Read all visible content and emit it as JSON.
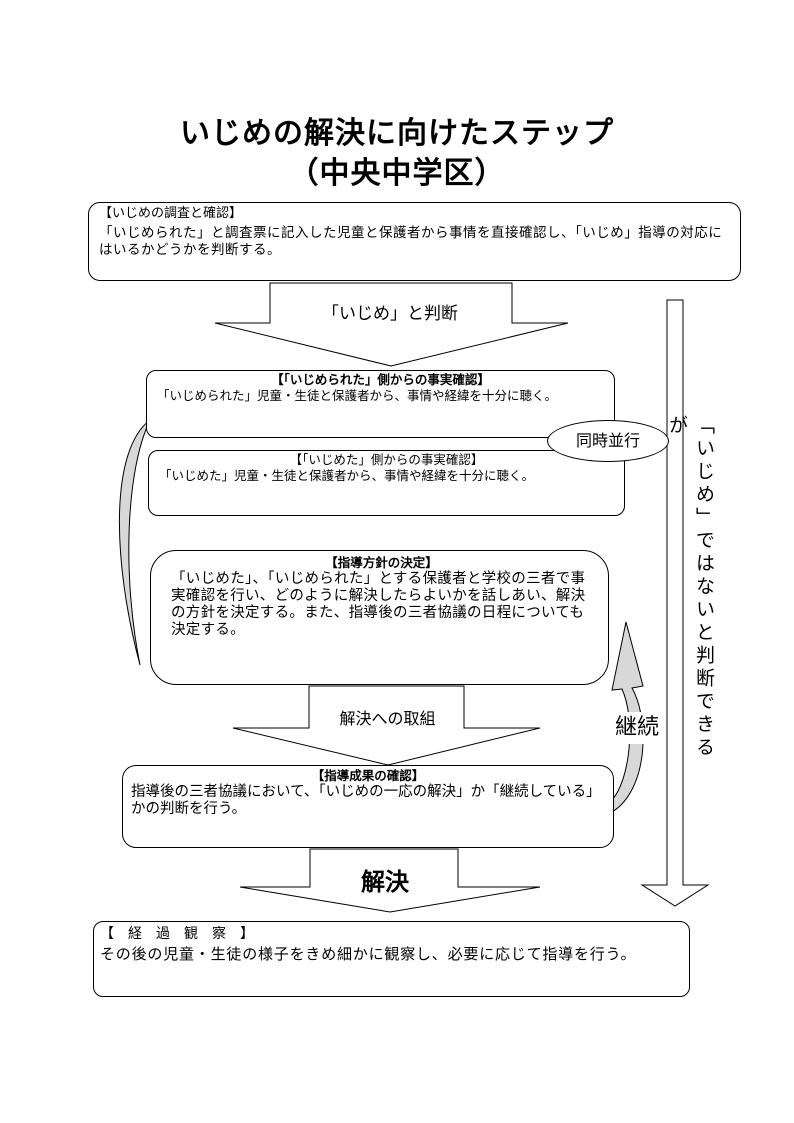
{
  "title": {
    "line1": "いじめの解決に向けたステップ",
    "line2": "（中央中学区）"
  },
  "steps": {
    "survey": {
      "heading": "【いじめの調査と確認】",
      "body": "「いじめられた」と調査票に記入した児童と保護者から事情を直接確認し、「いじめ」指導の対応にはいるかどうかを判断する。"
    },
    "victim_check": {
      "heading": "【「いじめられた」側からの事実確認】",
      "body": "「いじめられた」児童・生徒と保護者から、事情や経緯を十分に聴く。"
    },
    "bully_check": {
      "heading": "【「いじめた」側からの事実確認】",
      "body": "「いじめた」児童・生徒と保護者から、事情や経緯を十分に聴く。"
    },
    "policy": {
      "heading": "【指導方針の決定】",
      "body": "「いじめた」、「いじめられた」とする保護者と学校の三者で事実確認を行い、どのように解決したらよいかを話しあい、解決の方針を決定する。また、指導後の三者協議の日程についても決定する。"
    },
    "result_check": {
      "heading": "【指導成果の確認】",
      "body": "指導後の三者協議において、「いじめの一応の解決」か「継続している」かの判断を行う。"
    },
    "observation": {
      "heading": "【　経　過　観　察　】",
      "body": "その後の児童・生徒の様子をきめ細かに観察し、必要に応じて指導を行う。"
    }
  },
  "arrows": {
    "judged_bullying": "「いじめ」と判断",
    "toward_resolution": "解決への取組",
    "resolved": "解決",
    "not_bullying": "「いじめ」ではないと判断できるが",
    "continue": "継続"
  },
  "parallel_label": "同時並行"
}
